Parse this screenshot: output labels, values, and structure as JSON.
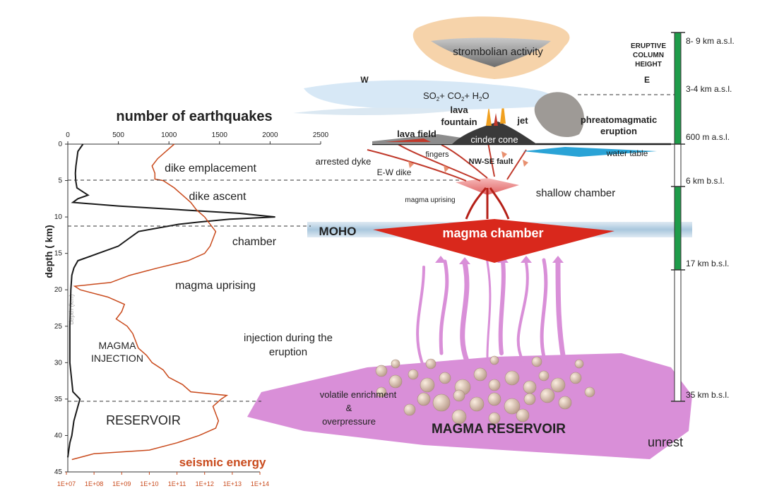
{
  "chart_data": {
    "type": "line",
    "title": "number of earthquakes",
    "ylabel": "depth ( km)",
    "secondary_xlabel": "seismic energy",
    "ylim": [
      0,
      45
    ],
    "xlim_top": [
      0,
      2500
    ],
    "xlim_bottom_labels": [
      "1E+07",
      "1E+08",
      "1E+09",
      "1E+10",
      "1E+11",
      "1E+12",
      "1E+13",
      "1E+14"
    ],
    "top_ticks": [
      "0",
      "500",
      "1000",
      "1500",
      "2000",
      "2500"
    ],
    "depth_ticks": [
      "0",
      "5",
      "10",
      "15",
      "20",
      "25",
      "30",
      "35",
      "40",
      "45"
    ],
    "earthquakes": {
      "depth": [
        0,
        1,
        2,
        3,
        4,
        5,
        6,
        7,
        7.5,
        8,
        8.5,
        9,
        9.5,
        10,
        10.3,
        10.7,
        11,
        12,
        13,
        14,
        15,
        16,
        17,
        18,
        20,
        25,
        30,
        34,
        35,
        36,
        38,
        40,
        41,
        42,
        43
      ],
      "count": [
        150,
        100,
        90,
        80,
        75,
        78,
        90,
        200,
        100,
        50,
        500,
        1100,
        1700,
        2050,
        1600,
        1300,
        1100,
        700,
        600,
        500,
        300,
        100,
        60,
        40,
        30,
        20,
        20,
        50,
        120,
        100,
        60,
        40,
        20,
        10,
        0
      ]
    },
    "energy": {
      "depth": [
        0,
        1,
        2,
        3,
        4,
        4.8,
        5,
        6,
        7,
        8,
        9,
        10,
        11,
        12,
        13,
        14,
        15,
        16,
        17,
        18,
        19,
        19.5,
        20,
        21,
        22,
        23,
        24,
        25,
        26,
        27,
        28,
        29,
        30,
        31,
        32,
        33,
        34,
        34.5,
        35,
        36,
        37,
        38,
        39,
        40,
        41,
        42,
        42.5,
        43,
        43.3
      ],
      "log_energy": [
        10.9,
        10.6,
        10.3,
        10.1,
        10.2,
        10.2,
        10.5,
        10.9,
        11.2,
        11.5,
        11.7,
        12.0,
        12.2,
        12.4,
        12.3,
        12.2,
        12.0,
        11.4,
        10.3,
        9.3,
        8.6,
        7.3,
        7.5,
        8.5,
        9.1,
        9.0,
        8.8,
        9.2,
        9.4,
        9.5,
        9.6,
        9.9,
        10.1,
        10.5,
        10.7,
        11.2,
        11.5,
        12.8,
        12.6,
        12.3,
        12.4,
        12.5,
        12.4,
        11.8,
        11.0,
        10.0,
        8.0,
        7.5,
        7.2
      ]
    }
  },
  "labels": {
    "depth_units_vertical": "depth (km)",
    "zone_dike_emplacement": "dike emplacement",
    "zone_dike_ascent": "dike ascent",
    "zone_chamber": "chamber",
    "zone_magma_uprising": "magma uprising",
    "zone_magma_injection_1": "MAGMA",
    "zone_magma_injection_2": "INJECTION",
    "zone_reservoir": "RESERVOIR",
    "strombolian": "strombolian activity",
    "west": "W",
    "east": "E",
    "gases_so2": "SO",
    "gases_co2": "+ CO",
    "gases_h2o": "+ H",
    "gases_o": "O",
    "sub2": "2",
    "lava_fountain_1": "lava",
    "lava_fountain_2": "fountain",
    "jet": "jet",
    "lava_field": "lava field",
    "cinder_cone": "cinder cone",
    "phreato_1": "phreatomagmatic",
    "phreato_2": "eruption",
    "water_table": "water table",
    "arrested_dyke": "arrested dyke",
    "fingers": "fingers",
    "nw_se_fault": "NW-SE  fault",
    "ew_dike": "E-W dike",
    "shallow_chamber": "shallow chamber",
    "magma_uprising_small": "magma uprising",
    "moho": "MOHO",
    "magma_chamber": "magma chamber",
    "injection_1": "injection during the",
    "injection_2": "eruption",
    "volatile_1": "volatile enrichment",
    "volatile_2": "&",
    "volatile_3": "overpressure",
    "magma_reservoir": "MAGMA RESERVOIR",
    "unrest": "unrest",
    "column_1": "ERUPTIVE",
    "column_2": "COLUMN",
    "column_3": "HEIGHT"
  },
  "scale_bar": {
    "labels": [
      "8- 9 km a.s.l.",
      "3-4 km a.s.l.",
      "600 m a.s.l.",
      "6 km b.s.l.",
      "17 km b.s.l.",
      "35 km b.s.l."
    ],
    "segments": [
      {
        "color": "#1e9c4a"
      },
      {
        "color": "#ffffff"
      },
      {
        "color": "#1e9c4a"
      },
      {
        "color": "#ffffff"
      }
    ]
  },
  "colors": {
    "earthquakes_line": "#1a1a1a",
    "energy_line": "#c94a1c",
    "reservoir": "#d98fd8",
    "chamber": "#d9281c",
    "moho_band": "#bcd4e6",
    "water": "#2aa3d6",
    "scale_green": "#1e9c4a"
  }
}
